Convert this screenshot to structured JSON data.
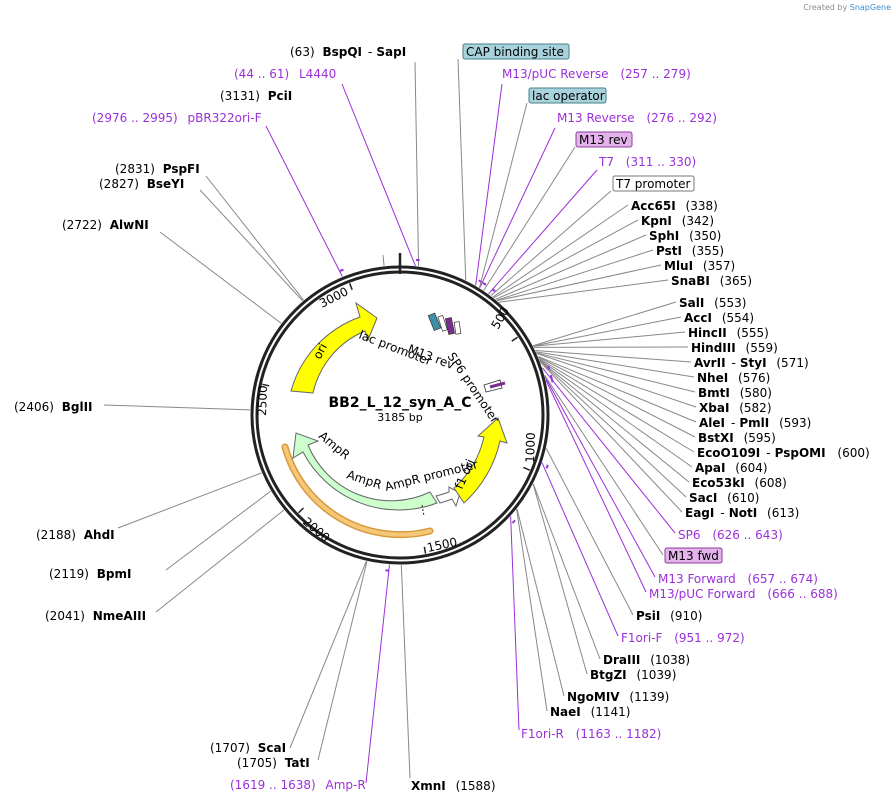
{
  "credit": {
    "prefix": "Created by",
    "brand": "SnapGene"
  },
  "plasmid": {
    "name": "BB2_L_12_syn_A_C",
    "size": "3185 bp",
    "length": 3185
  },
  "ticks": [
    "500",
    "1000",
    "1500",
    "2000",
    "2500",
    "3000"
  ],
  "enzymes": [
    {
      "id": "bspqi",
      "pos": 63,
      "posText": "(63)",
      "names": [
        "BspQI",
        "SapI"
      ]
    },
    {
      "id": "pcii",
      "pos": 3131,
      "posText": "(3131)",
      "names": [
        "PciI"
      ]
    },
    {
      "id": "pspfi",
      "pos": 2831,
      "posText": "(2831)",
      "names": [
        "PspFI"
      ]
    },
    {
      "id": "bseyi",
      "pos": 2827,
      "posText": "(2827)",
      "names": [
        "BseYI"
      ]
    },
    {
      "id": "alwni",
      "pos": 2722,
      "posText": "(2722)",
      "names": [
        "AlwNI"
      ]
    },
    {
      "id": "bglii",
      "pos": 2406,
      "posText": "(2406)",
      "names": [
        "BglII"
      ]
    },
    {
      "id": "ahdi",
      "pos": 2188,
      "posText": "(2188)",
      "names": [
        "AhdI"
      ]
    },
    {
      "id": "bpmi",
      "pos": 2119,
      "posText": "(2119)",
      "names": [
        "BpmI"
      ]
    },
    {
      "id": "nmeaiii",
      "pos": 2041,
      "posText": "(2041)",
      "names": [
        "NmeAIII"
      ]
    },
    {
      "id": "scai",
      "pos": 1707,
      "posText": "(1707)",
      "names": [
        "ScaI"
      ]
    },
    {
      "id": "tati",
      "pos": 1705,
      "posText": "(1705)",
      "names": [
        "TatI"
      ]
    },
    {
      "id": "xmni",
      "pos": 1588,
      "posText": "(1588)",
      "names": [
        "XmnI"
      ]
    },
    {
      "id": "acc65i",
      "pos": 338,
      "posText": "(338)",
      "names": [
        "Acc65I"
      ]
    },
    {
      "id": "kpni",
      "pos": 342,
      "posText": "(342)",
      "names": [
        "KpnI"
      ]
    },
    {
      "id": "sphi",
      "pos": 350,
      "posText": "(350)",
      "names": [
        "SphI"
      ]
    },
    {
      "id": "psti",
      "pos": 355,
      "posText": "(355)",
      "names": [
        "PstI"
      ]
    },
    {
      "id": "mlui",
      "pos": 357,
      "posText": "(357)",
      "names": [
        "MluI"
      ]
    },
    {
      "id": "snabi",
      "pos": 365,
      "posText": "(365)",
      "names": [
        "SnaBI"
      ]
    },
    {
      "id": "sali",
      "pos": 553,
      "posText": "(553)",
      "names": [
        "SalI"
      ]
    },
    {
      "id": "acci",
      "pos": 554,
      "posText": "(554)",
      "names": [
        "AccI"
      ]
    },
    {
      "id": "hincii",
      "pos": 555,
      "posText": "(555)",
      "names": [
        "HincII"
      ]
    },
    {
      "id": "hindiii",
      "pos": 559,
      "posText": "(559)",
      "names": [
        "HindIII"
      ]
    },
    {
      "id": "avrii",
      "pos": 571,
      "posText": "(571)",
      "names": [
        "AvrII",
        "StyI"
      ]
    },
    {
      "id": "nhei",
      "pos": 576,
      "posText": "(576)",
      "names": [
        "NheI"
      ]
    },
    {
      "id": "bmti",
      "pos": 580,
      "posText": "(580)",
      "names": [
        "BmtI"
      ]
    },
    {
      "id": "xbai",
      "pos": 582,
      "posText": "(582)",
      "names": [
        "XbaI"
      ]
    },
    {
      "id": "alei",
      "pos": 593,
      "posText": "(593)",
      "names": [
        "AleI",
        "PmlI"
      ]
    },
    {
      "id": "bstxi",
      "pos": 595,
      "posText": "(595)",
      "names": [
        "BstXI"
      ]
    },
    {
      "id": "ecoo109i",
      "pos": 600,
      "posText": "(600)",
      "names": [
        "EcoO109I",
        "PspOMI"
      ]
    },
    {
      "id": "apai",
      "pos": 604,
      "posText": "(604)",
      "names": [
        "ApaI"
      ]
    },
    {
      "id": "eco53ki",
      "pos": 608,
      "posText": "(608)",
      "names": [
        "Eco53kI"
      ]
    },
    {
      "id": "saci",
      "pos": 610,
      "posText": "(610)",
      "names": [
        "SacI"
      ]
    },
    {
      "id": "eagi",
      "pos": 613,
      "posText": "(613)",
      "names": [
        "EagI",
        "NotI"
      ]
    },
    {
      "id": "psii",
      "pos": 910,
      "posText": "(910)",
      "names": [
        "PsiI"
      ]
    },
    {
      "id": "draiii",
      "pos": 1038,
      "posText": "(1038)",
      "names": [
        "DraIII"
      ]
    },
    {
      "id": "btgzi",
      "pos": 1039,
      "posText": "(1039)",
      "names": [
        "BtgZI"
      ]
    },
    {
      "id": "ngomiv",
      "pos": 1139,
      "posText": "(1139)",
      "names": [
        "NgoMIV"
      ]
    },
    {
      "id": "naei",
      "pos": 1141,
      "posText": "(1141)",
      "names": [
        "NaeI"
      ]
    }
  ],
  "primers": [
    {
      "id": "l4440",
      "name": "L4440",
      "range": "(44 .. 61)"
    },
    {
      "id": "pbr322ori",
      "name": "pBR322ori-F",
      "range": "(2976 .. 2995)"
    },
    {
      "id": "m13puc-rev",
      "name": "M13/pUC Reverse",
      "range": "(257 .. 279)"
    },
    {
      "id": "m13-reverse",
      "name": "M13 Reverse",
      "range": "(276 .. 292)"
    },
    {
      "id": "t7",
      "name": "T7",
      "range": "(311 .. 330)"
    },
    {
      "id": "sp6",
      "name": "SP6",
      "range": "(626 .. 643)"
    },
    {
      "id": "m13-forward",
      "name": "M13 Forward",
      "range": "(657 .. 674)"
    },
    {
      "id": "m13puc-fwd",
      "name": "M13/pUC Forward",
      "range": "(666 .. 688)"
    },
    {
      "id": "f1ori-f",
      "name": "F1ori-F",
      "range": "(951 .. 972)"
    },
    {
      "id": "f1ori-r",
      "name": "F1ori-R",
      "range": "(1163 .. 1182)"
    },
    {
      "id": "amp-r",
      "name": "Amp-R",
      "range": "(1619 .. 1638)"
    }
  ],
  "boxes": [
    {
      "id": "cap",
      "text": "CAP binding site",
      "fill": "#a8d3dc",
      "stroke": "#4a7f8a"
    },
    {
      "id": "lacop",
      "text": "lac operator",
      "fill": "#a8d3dc",
      "stroke": "#4a7f8a"
    },
    {
      "id": "m13rev",
      "text": "M13 rev",
      "fill": "#e4b3ec",
      "stroke": "#8a3f98"
    },
    {
      "id": "t7prom",
      "text": "T7 promoter",
      "fill": "#ffffff",
      "stroke": "#777777"
    },
    {
      "id": "m13fwd",
      "text": "M13 fwd",
      "fill": "#e4b3ec",
      "stroke": "#8a3f98"
    }
  ],
  "features": {
    "ori": "ori",
    "f1ori": "f1 ori",
    "ampr": "AmpR",
    "amprPromoterRing": "AmpR",
    "amprPromoter": "AmpR promoter",
    "lacPromoter": "lac promoter",
    "m13rev": "M13 rev",
    "sp6Promoter": "SP6 promoter"
  },
  "colors": {
    "backbone": "#222222",
    "ori": "#ffff00",
    "f1ori": "#ffff00",
    "ampr": "#ccffcc",
    "amprPromoterBar": "#f5b95a",
    "primer": "#9b30d9",
    "leader": "#8a8a8a"
  }
}
